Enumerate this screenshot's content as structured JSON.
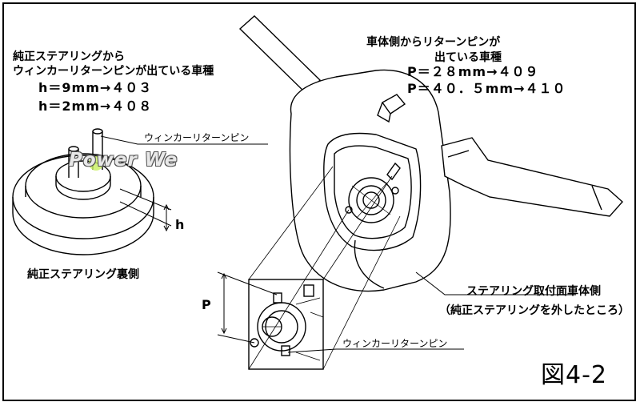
{
  "labels": {
    "left_heading_1": "純正ステアリングから",
    "left_heading_2": "ウィンカーリターンピンが出ている車種",
    "left_line_h9": "h＝9mm→４０３",
    "left_line_h2": "h＝2mm→４０８",
    "right_heading_1": "車体側からリターンピンが",
    "right_heading_2": "出ている車種",
    "right_line_p28": "P＝２８mm→４０９",
    "right_line_p405": "P＝４０．５mm→４１０",
    "pin_label_top": "ウィンカーリターンピン",
    "pin_label_bottom": "ウィンカーリターンピン",
    "dim_h": "h",
    "dim_p": "P",
    "steering_back_caption": "純正ステアリング裏側",
    "body_side_caption_1": "ステアリング取付面車体側",
    "body_side_caption_2": "（純正ステアリングを外したところ）",
    "figure_number": "図4-2"
  },
  "watermark": "Power We",
  "icons": [
    "steering-boss-drawing",
    "steering-column-drawing",
    "detail-inset-drawing"
  ],
  "colors": {
    "line": "#000000",
    "background": "#ffffff",
    "watermark_glow": "#c8f060"
  }
}
